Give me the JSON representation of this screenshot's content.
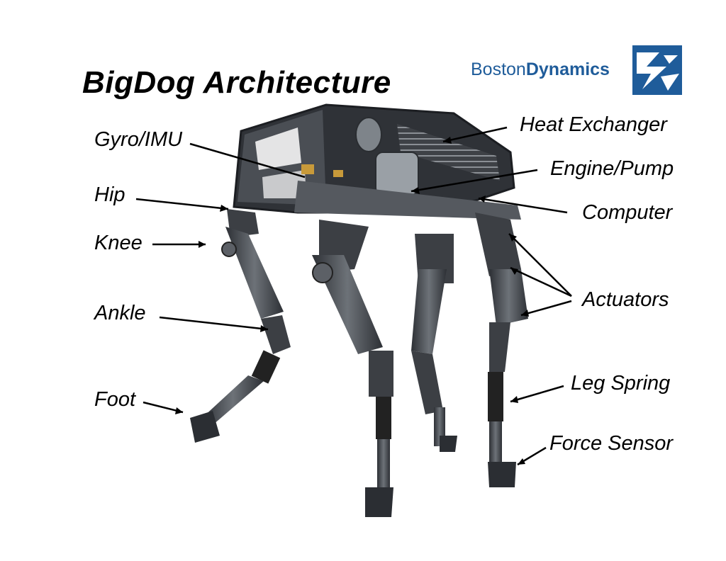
{
  "slide": {
    "title": "BigDog Architecture",
    "logo": {
      "brand": "Boston",
      "brand_strong": "Dynamics",
      "color": "#1f5c9a"
    }
  },
  "labels": {
    "gyro": "Gyro/IMU",
    "hip": "Hip",
    "knee": "Knee",
    "ankle": "Ankle",
    "foot": "Foot",
    "heat_exchanger": "Heat Exchanger",
    "engine_pump": "Engine/Pump",
    "computer": "Computer",
    "actuators": "Actuators",
    "leg_spring": "Leg Spring",
    "force_sensor": "Force Sensor"
  },
  "colors": {
    "metal_dark": "#3c3f44",
    "metal_mid": "#6b6f75",
    "metal_light": "#a9adb2",
    "accent": "#c89a3a"
  }
}
